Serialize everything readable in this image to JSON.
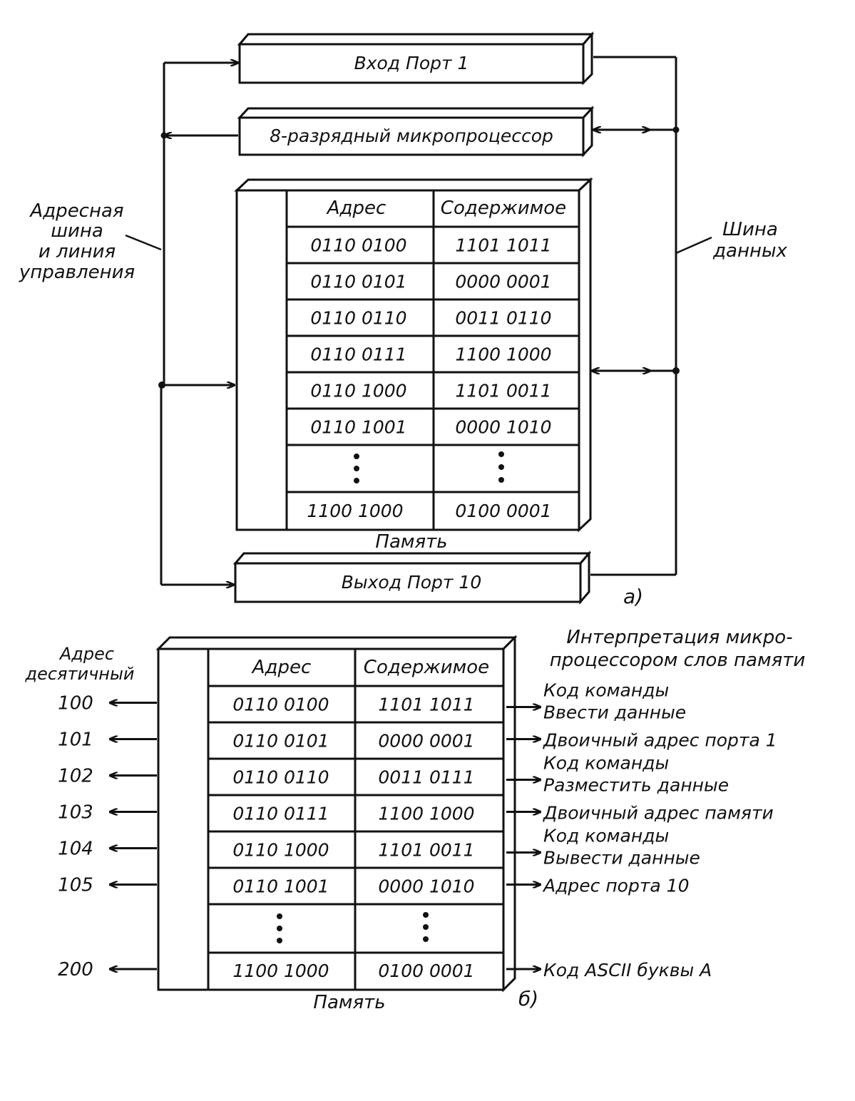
{
  "part_a": {
    "input_port": "Вход  Порт 1",
    "microprocessor": "8-разрядный микропроцессор",
    "memory_label": "Память",
    "output_port": "Выход  Порт 10",
    "address_bus_label": [
      "Адресная",
      "шина",
      "и линия",
      "управления"
    ],
    "data_bus_label": [
      "Шина",
      "данных"
    ],
    "tag": "а)",
    "table": {
      "col_address": "Адрес",
      "col_content": "Содержимое",
      "rows": [
        {
          "address": "0110 0100",
          "content": "1101 1011"
        },
        {
          "address": "0110 0101",
          "content": "0000 0001"
        },
        {
          "address": "0110 0110",
          "content": "0011 0110"
        },
        {
          "address": "0110 0111",
          "content": "1100 1000"
        },
        {
          "address": "0110 1000",
          "content": "1101 0011"
        },
        {
          "address": "0110 1001",
          "content": "0000 1010"
        }
      ],
      "last_row": {
        "address": "1100 1000",
        "content": "0100 0001"
      }
    }
  },
  "part_b": {
    "decimal_header": [
      "Адрес",
      "десятичный"
    ],
    "interpretation_header": [
      "Интерпретация микро-",
      "процессором слов памяти"
    ],
    "memory_label": "Память",
    "tag": "б)",
    "table": {
      "col_address": "Адрес",
      "col_content": "Содержимое",
      "rows": [
        {
          "decimal": "100",
          "address": "0110 0100",
          "content": "1101 1011",
          "interpretation": [
            "Код команды",
            "Ввести данные"
          ]
        },
        {
          "decimal": "101",
          "address": "0110 0101",
          "content": "0000 0001",
          "interpretation": [
            "Двоичный адрес порта 1"
          ]
        },
        {
          "decimal": "102",
          "address": "0110 0110",
          "content": "0011 0111",
          "interpretation": [
            "Код команды",
            "Разместить данные"
          ]
        },
        {
          "decimal": "103",
          "address": "0110 0111",
          "content": "1100 1000",
          "interpretation": [
            "Двоичный адрес памяти"
          ]
        },
        {
          "decimal": "104",
          "address": "0110 1000",
          "content": "1101 0011",
          "interpretation": [
            "Код команды",
            "Вывести данные"
          ]
        },
        {
          "decimal": "105",
          "address": "0110 1001",
          "content": "0000 1010",
          "interpretation": [
            "Адрес порта 10"
          ]
        }
      ],
      "last_row": {
        "decimal": "200",
        "address": "1100 1000",
        "content": "0100 0001",
        "interpretation": [
          "Код ASCII буквы А"
        ]
      }
    }
  }
}
